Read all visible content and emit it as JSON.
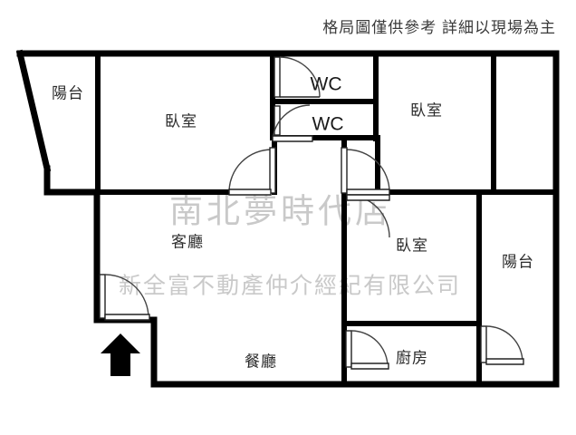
{
  "header": {
    "note": "格局圖僅供參考 詳細以現場為主"
  },
  "watermarks": {
    "brand": "南北夢時代店",
    "company": "新全富不動產仲介經紀有限公司"
  },
  "rooms": {
    "balcony_left": "陽台",
    "bedroom_top_left": "臥室",
    "wc_upper": "WC",
    "wc_lower": "WC",
    "bedroom_top_right": "臥室",
    "living_room": "客廳",
    "bedroom_right": "臥室",
    "balcony_right": "陽台",
    "dining_room": "餐廳",
    "kitchen": "廚房"
  },
  "colors": {
    "wall": "#000000",
    "label": "#2b2b2b",
    "watermark": "#c9c9c9",
    "background": "#ffffff",
    "arrow": "#000000"
  },
  "entrance": {
    "marker": "entry-arrow-up"
  }
}
